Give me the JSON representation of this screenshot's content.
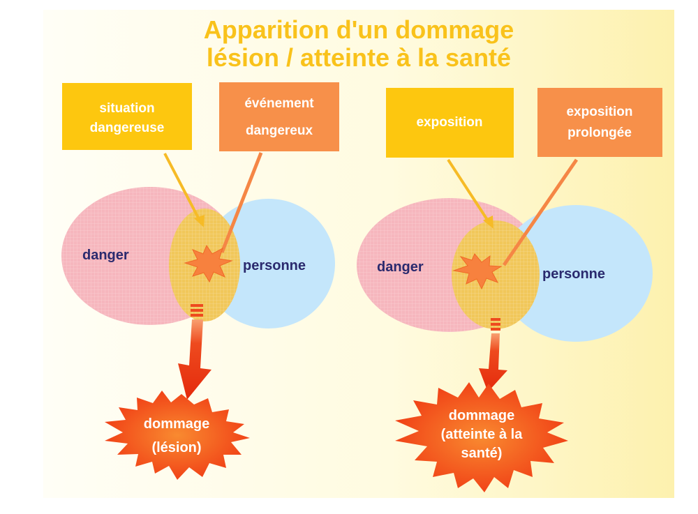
{
  "title": {
    "line1": "Apparition d'un dommage",
    "line2": "lésion / atteinte à la santé"
  },
  "left": {
    "box1": {
      "line1": "situation",
      "line2": "dangereuse"
    },
    "box2": {
      "line1": "événement",
      "line2": "dangereux"
    },
    "danger_label": "danger",
    "person_label": "personne",
    "damage": {
      "line1": "dommage",
      "line2": "(lésion)"
    }
  },
  "right": {
    "box1": {
      "line1": "exposition"
    },
    "box2": {
      "line1": "exposition",
      "line2": "prolongée"
    },
    "danger_label": "danger",
    "person_label": "personne",
    "damage": {
      "line1": "dommage",
      "line2": "(atteinte à la",
      "line3": "santé)"
    }
  },
  "colors": {
    "title": "#f9c21b",
    "box_yellow": "#fdc70f",
    "box_orange": "#f7904a",
    "danger_circle": "#f6b6bd",
    "person_circle": "#c4e6fb",
    "overlap": "#f1c75a",
    "damage_star": "#f23b16",
    "arrow_red": "#ea3212"
  }
}
